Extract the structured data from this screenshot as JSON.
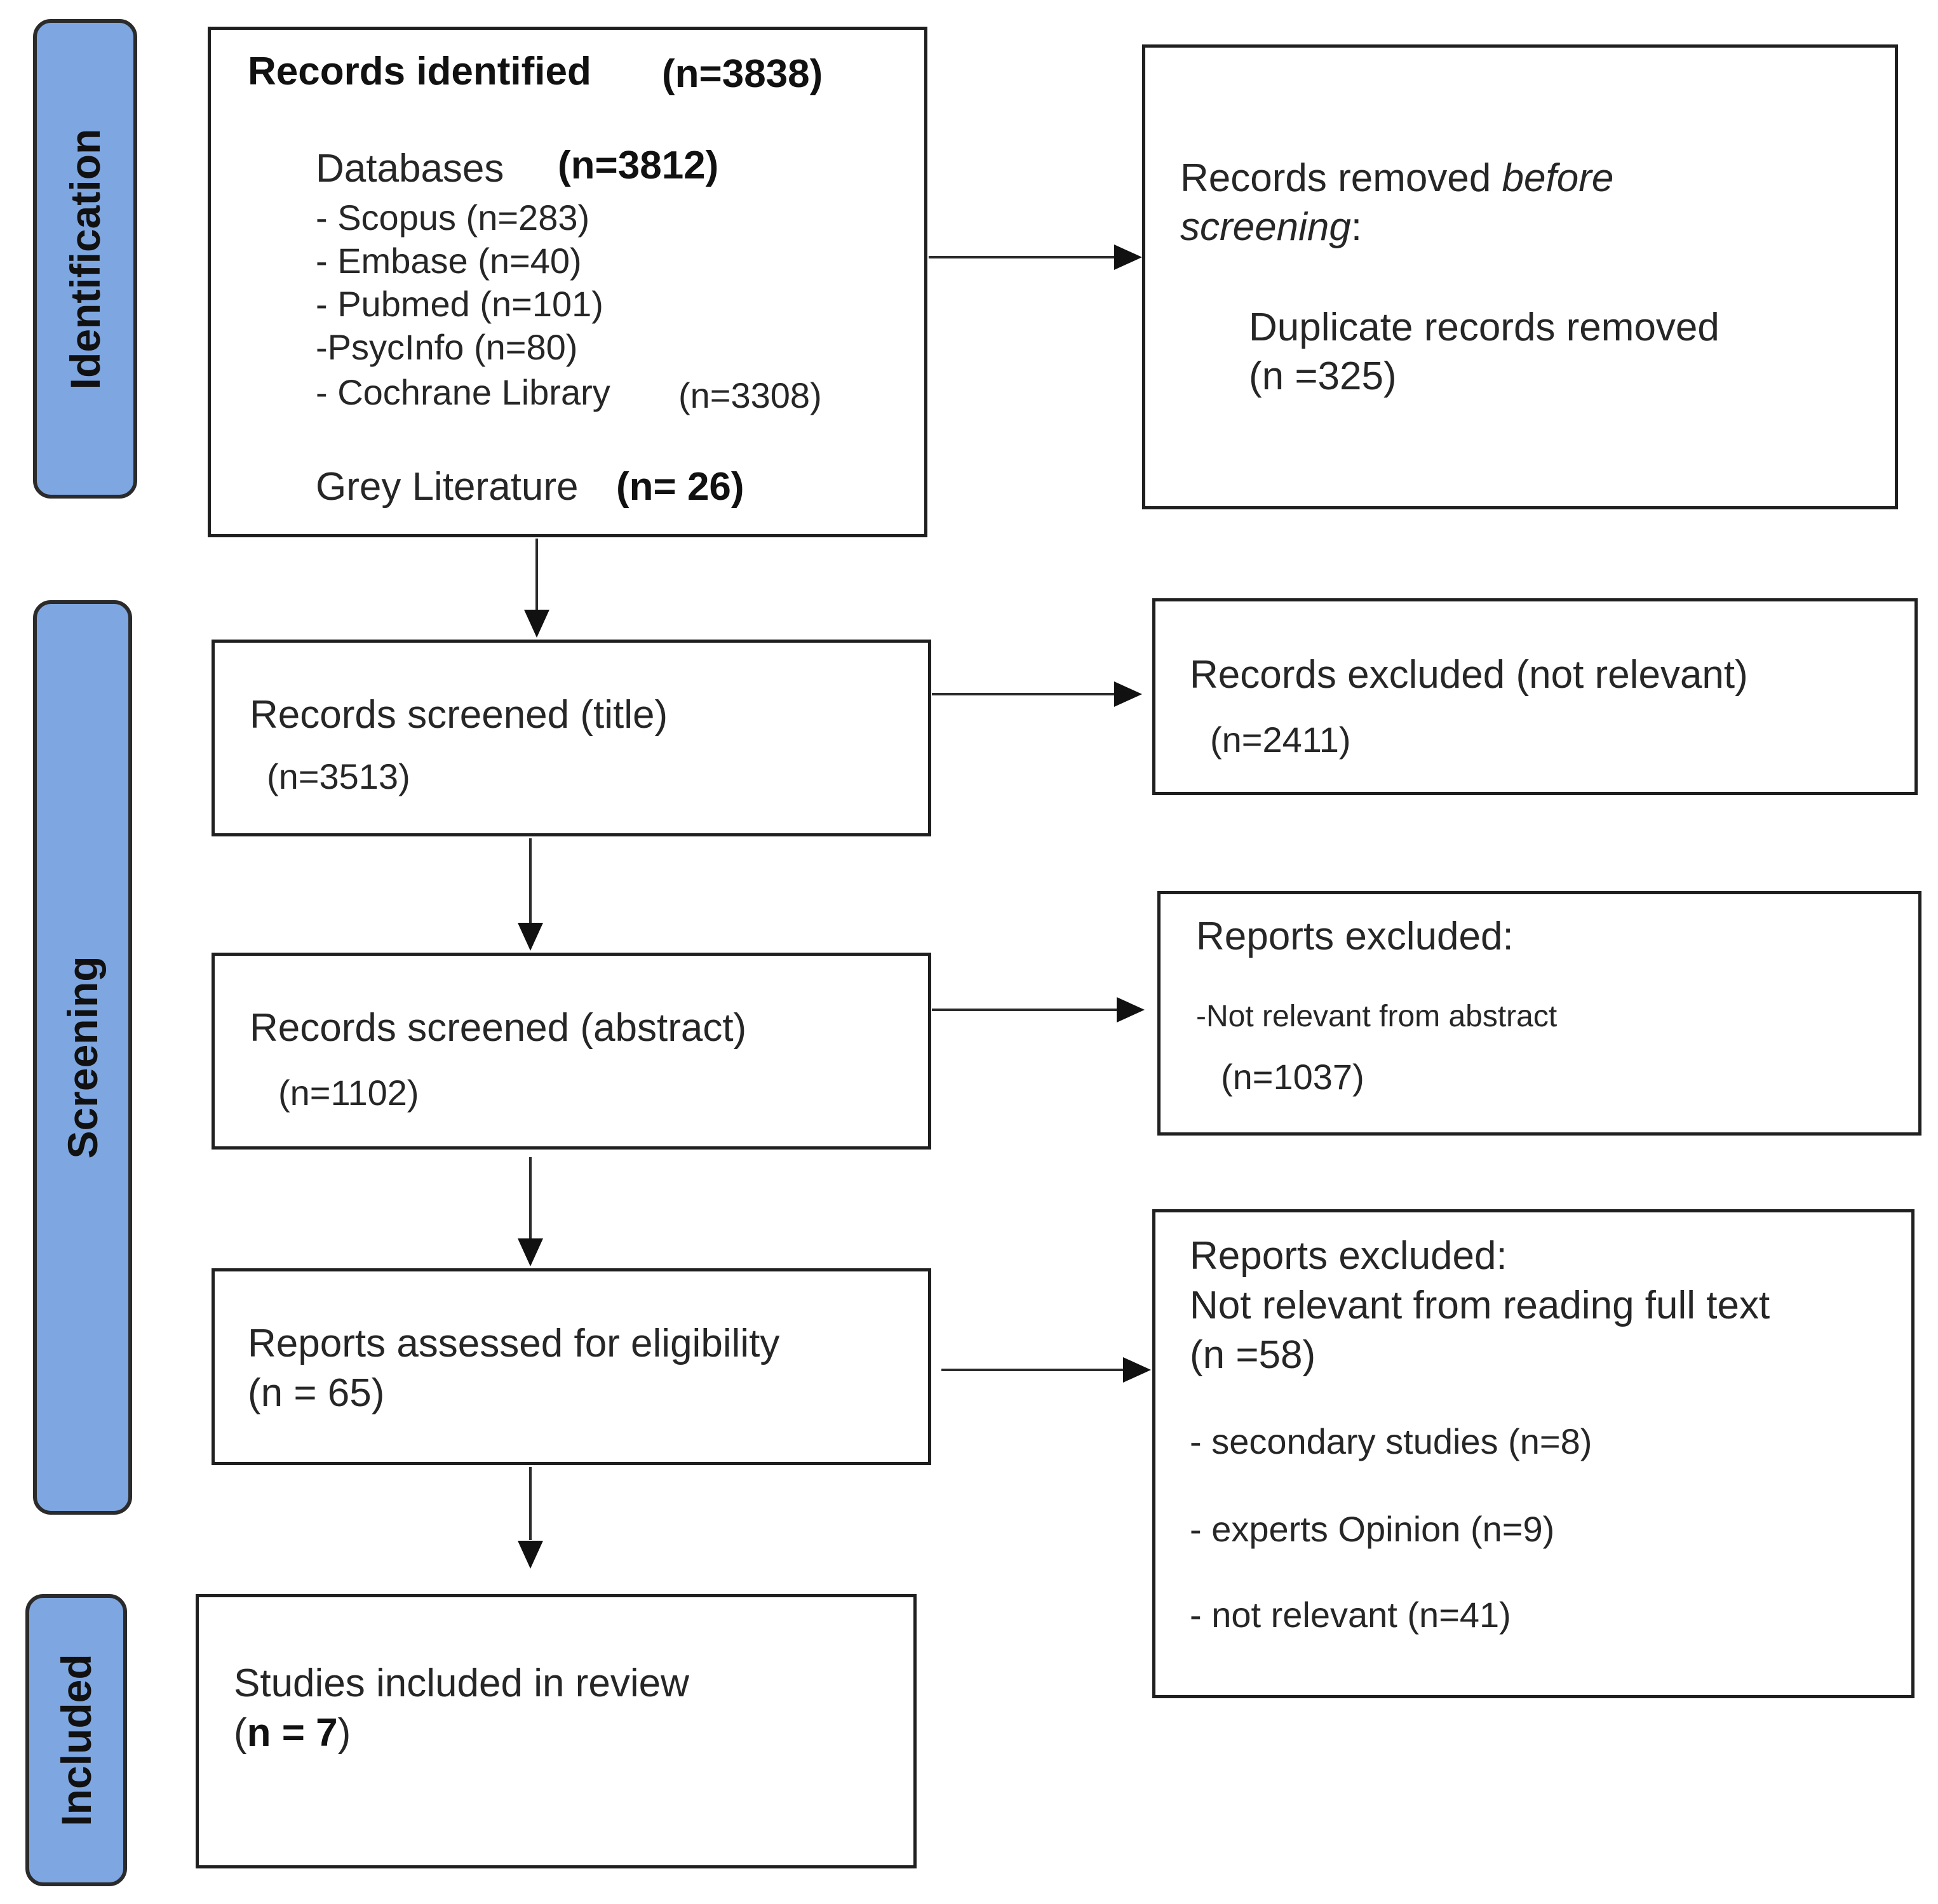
{
  "phases": {
    "identification": "Identification",
    "screening": "Screening",
    "included": "Included"
  },
  "identified": {
    "title": "Records identified",
    "title_n": "(n=3838)",
    "databases": "Databases",
    "databases_n": "(n=3812)",
    "sources": [
      "- Scopus (n=283)",
      "- Embase (n=40)",
      "- Pubmed (n=101)",
      "-PsycInfo (n=80)",
      "- Cochrane Library"
    ],
    "cochrane_n": "(n=3308)",
    "grey": "Grey Literature",
    "grey_n": "(n= 26)"
  },
  "removed": {
    "title_a": "Records removed ",
    "title_b": "before",
    "title_c": "screening",
    "title_d": ":",
    "duplicates": "Duplicate records removed",
    "duplicates_n": "(n =325)"
  },
  "screened_title": {
    "label": "Records screened (title)",
    "n": "(n=3513)"
  },
  "excluded_title": {
    "label": "Records excluded (not relevant)",
    "n": "(n=2411)"
  },
  "screened_abstract": {
    "label": "Records screened (abstract)",
    "n": "(n=1102)"
  },
  "excluded_abstract": {
    "label": "Reports excluded:",
    "reason": "-Not relevant from abstract",
    "n": "(n=1037)"
  },
  "assessed": {
    "label": "Reports assessed for eligibility",
    "n": "(n = 65)"
  },
  "excluded_fulltext": {
    "label": "Reports excluded:",
    "reason": "Not relevant from reading full text",
    "n": "(n =58)",
    "items": [
      "- secondary studies  (n=8)",
      "- experts Opinion (n=9)",
      "- not relevant (n=41)"
    ]
  },
  "included": {
    "label": "Studies included in review",
    "n_open": "(",
    "n_value": "n = 7",
    "n_close": ")"
  }
}
